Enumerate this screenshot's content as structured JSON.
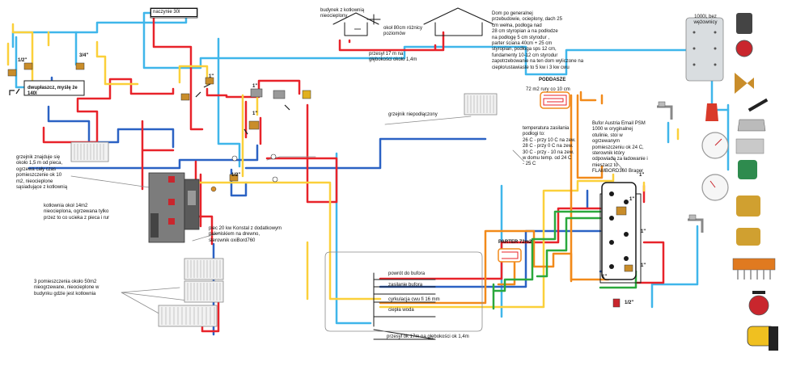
{
  "labels": {
    "naczynie": "naczynie 30l",
    "dwupłaszcz": "dwupłaszcz, myślę że 140l",
    "budynek": "budynek z kotłownią\nnieocieplony",
    "okol": "okoł 80cm różnicy\npoziomów",
    "przesyl_top": "przesył 17 m na\ngłębokości około 1,4m",
    "dom": "Dom po generalnej\nprzebudowie, ocieplony, dach 25\ncm wełna, podłoga nad\n28 cm styropian a na podłodze\nna podłogę 5 cm styrodur ,\nparter ściana 40cm + 25 cm\nstyropian, podłoga sps 12 cm,\nfundamenty 10-12 cm styrodur\nzapotrzebowanie na ten dom wyliczone na\nciepło/ustawiaste to 5 kw i 3 kw cwu",
    "bufor_top": "1000l, bez\nwężownicy",
    "poddasze": "PODDASZE",
    "rury": "72 m2 rury co 10 cm",
    "grzejnik_niepodl": "grzejnik niepodłączony",
    "temperatura": "temperatura zasilania\npodłogi to:\n26 C - przy 10 C na zew.\n28 C - przy 0 C na zew.\n30 C - przy - 10 na zew.\nw domu temp. od 24 C\n- 25 C",
    "bufor_austria": "Bufor Austria Email PSM\n1000 w oryginalnej\notulinie, stoi w\nogrzewanym\npomieszczeniu ok 24 C,\nsterownik który\nodpowiada za ładowanie i\nmieszacz to\nFLAMBORD360 Brager",
    "grzejnik_piec": "grzejnik znajduje się\nokoło 1,5 m od pieca,\nogrzewa cały czas\npomieszczenie ok 10\nm2, nieocieplone\nsąsiadujące z kotłownią",
    "kotlownia": "kotłownia okoł 14m2\nnieocieplona, ogrzewana tylko\nprzez to co ucieka z pieca i rur",
    "piec": "piec 20 kw Konstal z dodatkowym\npaleniskiem na drewno,\nsterownik oxiBord760",
    "pomieszczenia": "3 pomieszczenia około 50m2\nnieogrzewane, nieocieplone w\nbudynku gdzie jest kotłownia",
    "parter": "PARTER 72m2",
    "powrot": "powrót do bufora",
    "zasilanie": "zasilanie bufora",
    "cyrkulacja": "cyrkulacja cwu fi 16 mm",
    "ciepla": "ciepła woda",
    "przesyl_bottom": "przesył ok 17m  na głębokości ok 1,4m"
  },
  "pipe_labels": {
    "half_left": "1/2\"",
    "three_quarter": "3/4\"",
    "one_a": "1\"",
    "one_b": "1\"",
    "one_c": "1\"",
    "half_mid": "1/2\"",
    "one_d": "1\"",
    "one_e": "1\"",
    "one_f": "1\"",
    "one_g": "1\"",
    "one_h": "1\"",
    "half_right": "1/2\""
  },
  "colors": {
    "supply": "#e8232a",
    "return": "#2b62c4",
    "hot_water": "#fbd03a",
    "cold_water": "#3fb6ea",
    "circulation": "#f28a1a",
    "green": "#2aa83c",
    "dark": "#1a1a1a",
    "gray": "#8a8a8a"
  }
}
